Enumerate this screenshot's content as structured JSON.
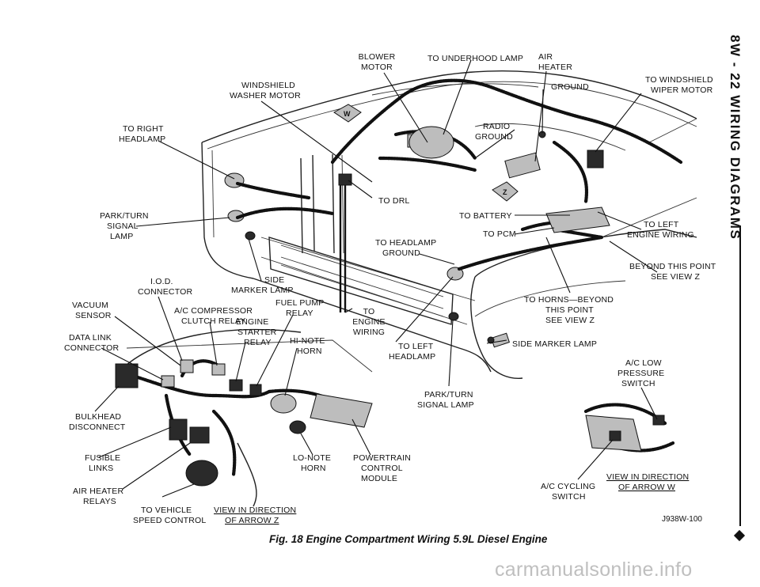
{
  "page_header": "8W - 22 WIRING DIAGRAMS",
  "caption": "Fig. 18 Engine Compartment Wiring 5.9L Diesel Engine",
  "figure_id": "J938W-100",
  "watermark": "carmanualsonline.info",
  "callout_letters": {
    "w": "W",
    "z": "Z"
  },
  "labels": {
    "blower_motor": [
      "BLOWER",
      "MOTOR"
    ],
    "underhood_lamp": [
      "TO UNDERHOOD LAMP"
    ],
    "air_heater": [
      "AIR",
      "HEATER"
    ],
    "windshield_washer_motor": [
      "WINDSHIELD",
      "WASHER MOTOR"
    ],
    "ground": [
      "GROUND"
    ],
    "windshield_wiper_motor": [
      "TO WINDSHIELD",
      "WIPER MOTOR"
    ],
    "right_headlamp": [
      "TO RIGHT",
      "HEADLAMP"
    ],
    "radio_ground": [
      "RADIO",
      "GROUND"
    ],
    "drl": [
      "TO DRL"
    ],
    "park_turn_signal_lamp_left": [
      "PARK/TURN",
      "SIGNAL",
      "LAMP"
    ],
    "battery": [
      "TO BATTERY"
    ],
    "pcm": [
      "TO PCM"
    ],
    "left_engine_wiring": [
      "TO LEFT",
      "ENGINE WIRING"
    ],
    "headlamp_ground": [
      "TO HEADLAMP",
      "GROUND"
    ],
    "beyond_view_z_right": [
      "BEYOND THIS POINT",
      "SEE VIEW Z"
    ],
    "iod_connector": [
      "I.O.D.",
      "CONNECTOR"
    ],
    "side_marker_lamp_left": [
      "SIDE",
      "MARKER LAMP"
    ],
    "vacuum_sensor": [
      "VACUUM",
      "SENSOR"
    ],
    "ac_compressor_clutch_relay": [
      "A/C COMPRESSOR",
      "CLUTCH RELAY"
    ],
    "fuel_pump_relay": [
      "FUEL PUMP",
      "RELAY"
    ],
    "to_engine_wiring": [
      "TO",
      "ENGINE",
      "WIRING"
    ],
    "to_horns": [
      "TO HORNS—BEYOND",
      "THIS POINT",
      "SEE VIEW Z"
    ],
    "data_link_connector": [
      "DATA LINK",
      "CONNECTOR"
    ],
    "engine_starter_relay": [
      "ENGINE",
      "STARTER",
      "RELAY"
    ],
    "hi_note_horn": [
      "HI-NOTE",
      "HORN"
    ],
    "to_left_headlamp": [
      "TO LEFT",
      "HEADLAMP"
    ],
    "side_marker_lamp_right": [
      "SIDE MARKER LAMP"
    ],
    "ac_low_pressure_switch": [
      "A/C LOW",
      "PRESSURE",
      "SWITCH"
    ],
    "bulkhead_disconnect": [
      "BULKHEAD",
      "DISCONNECT"
    ],
    "park_turn_signal_lamp_right": [
      "PARK/TURN",
      "SIGNAL LAMP"
    ],
    "fusible_links": [
      "FUSIBLE",
      "LINKS"
    ],
    "lo_note_horn": [
      "LO-NOTE",
      "HORN"
    ],
    "powertrain_control_module": [
      "POWERTRAIN",
      "CONTROL",
      "MODULE"
    ],
    "air_heater_relays": [
      "AIR HEATER",
      "RELAYS"
    ],
    "vehicle_speed_control": [
      "TO VEHICLE",
      "SPEED CONTROL"
    ],
    "ac_cycling_switch": [
      "A/C CYCLING",
      "SWITCH"
    ],
    "view_arrow_w": [
      "VIEW IN DIRECTION",
      "OF ARROW W"
    ],
    "view_arrow_z": [
      "VIEW IN DIRECTION",
      "OF ARROW Z"
    ]
  }
}
